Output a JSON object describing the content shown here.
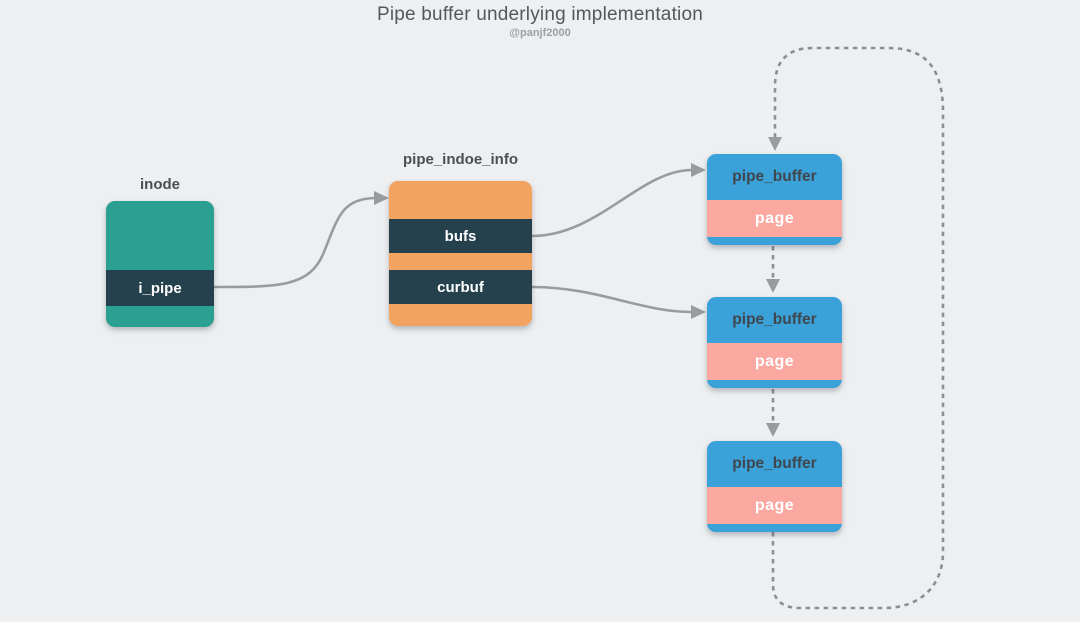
{
  "header": {
    "title": "Pipe buffer underlying implementation",
    "author": "@panjf2000"
  },
  "colors": {
    "background": "#edeff1",
    "inode_fill": "#2ba092",
    "field_band": "#25414d",
    "pipe_info_fill": "#f2a35f",
    "pipe_buffer_fill": "#3ba2d9",
    "page_fill": "#fba8a0",
    "connector": "#999b9d",
    "label_text": "#4c4f52"
  },
  "diagram": {
    "inode": {
      "label": "inode",
      "field": "i_pipe"
    },
    "pipe_info": {
      "label": "pipe_indoe_info",
      "fields": [
        "bufs",
        "curbuf"
      ]
    },
    "buffers": [
      {
        "title": "pipe_buffer",
        "field": "page"
      },
      {
        "title": "pipe_buffer",
        "field": "page"
      },
      {
        "title": "pipe_buffer",
        "field": "page"
      }
    ]
  }
}
